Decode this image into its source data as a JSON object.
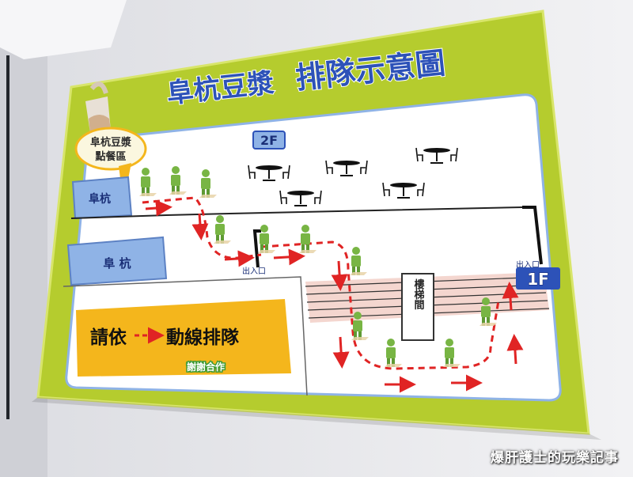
{
  "poster": {
    "title_part1": "阜杭豆漿",
    "title_part2": "排隊示意圖",
    "bubble_line1": "阜杭豆漿",
    "bubble_line2": "點餐區",
    "floor_2": "2F",
    "floor_1": "1F",
    "counter_1": "阜杭",
    "counter_2": "阜 杭",
    "exit_left": "出入口",
    "exit_right": "出入口",
    "stairs": "樓梯間",
    "notice_part1": "請依",
    "notice_part2": "動線排隊",
    "thanks": "謝謝合作"
  },
  "watermark": "爆肝護士的玩樂記事",
  "colors": {
    "board_green": "#b5cc2e",
    "title_blue": "#2d52b8",
    "counter_blue": "#8fb3e6",
    "notice_yellow": "#f4b61c",
    "arrow_red": "#e02424",
    "figure_green": "#78b544"
  }
}
